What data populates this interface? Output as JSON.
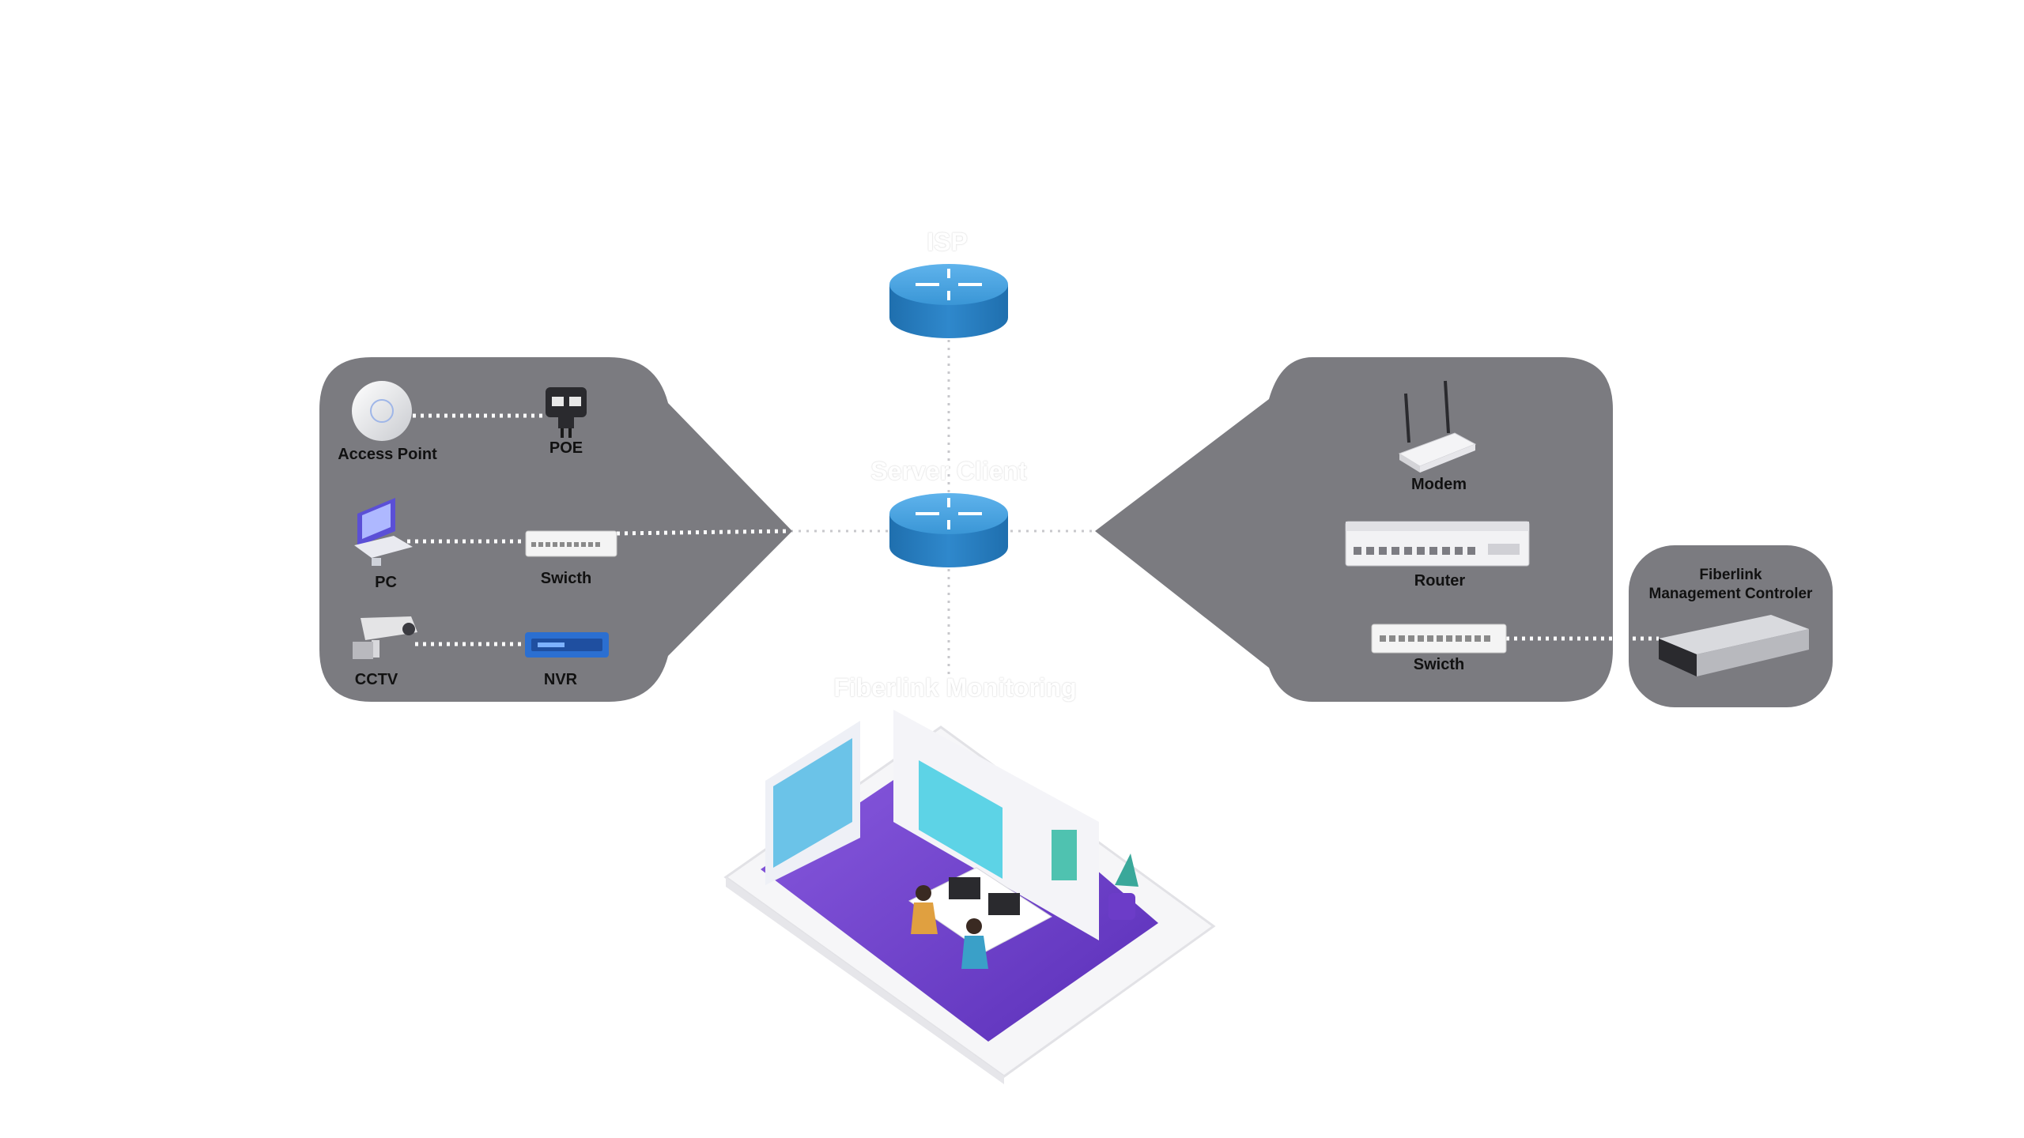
{
  "nodes": {
    "isp": "ISP",
    "server_client": "Server Client",
    "monitoring": "Fiberlink Monitoring"
  },
  "left": {
    "access_point": "Access Point",
    "poe": "POE",
    "pc": "PC",
    "switch": "Swicth",
    "cctv": "CCTV",
    "nvr": "NVR"
  },
  "right": {
    "modem": "Modem",
    "router": "Router",
    "switch": "Swicth"
  },
  "controller": {
    "line1": "Fiberlink",
    "line2": "Management Controler"
  },
  "colors": {
    "panel": "#7b7b80",
    "router_blue": "#2f88cc",
    "purple": "#6c3cc8"
  }
}
